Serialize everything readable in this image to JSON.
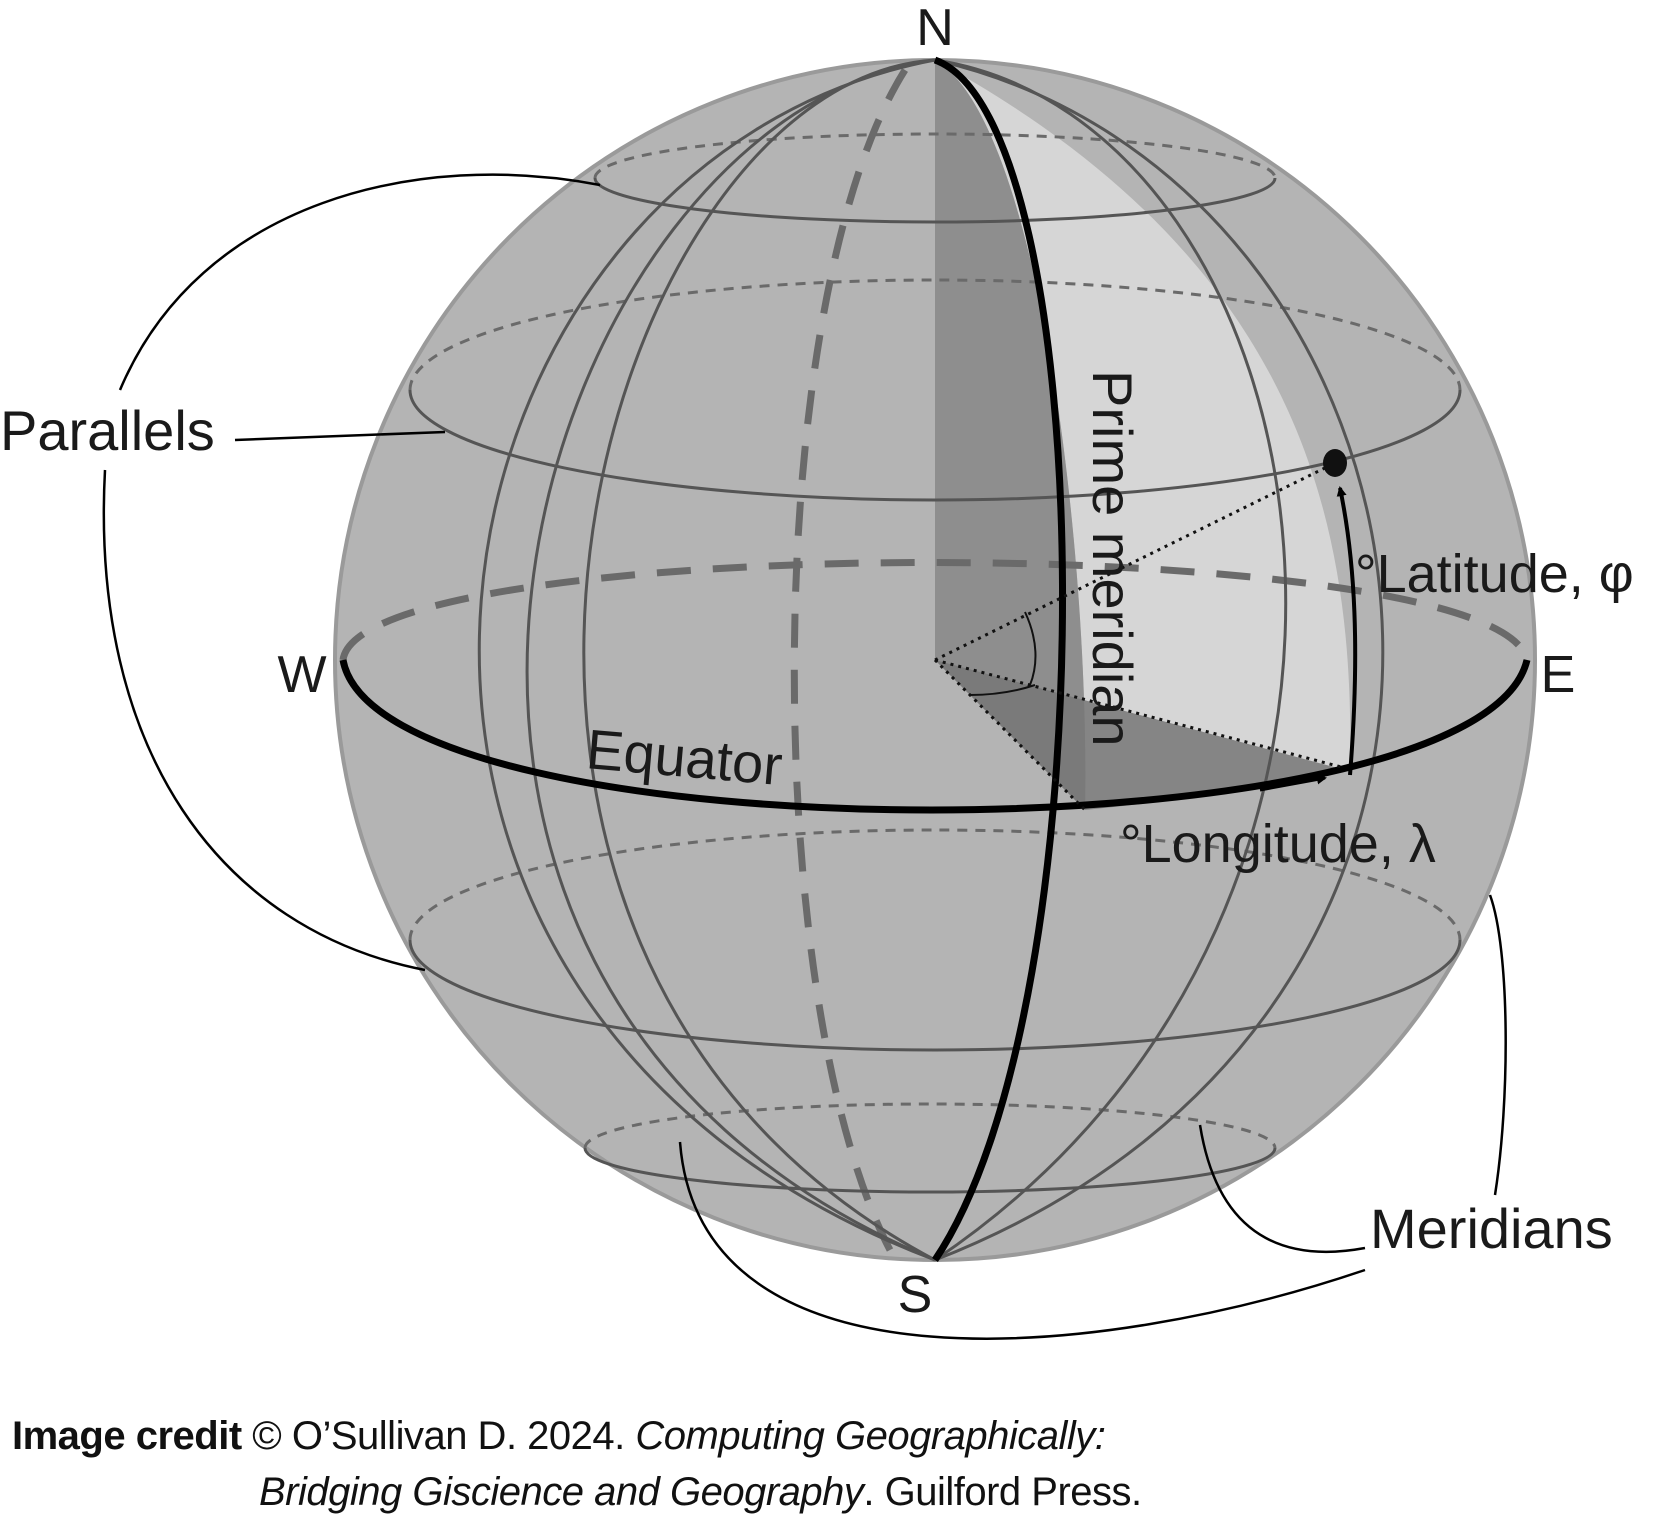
{
  "diagram": {
    "labels": {
      "north": "N",
      "south": "S",
      "west": "W",
      "east": "E",
      "parallels": "Parallels",
      "meridians": "Meridians",
      "prime_meridian": "Prime meridian",
      "equator": "Equator",
      "latitude": "°Latitude, φ",
      "longitude": "°Longitude, λ"
    }
  },
  "credit": {
    "label": "Image credit",
    "text_1": "© O’Sullivan D. 2024.",
    "title_1": "Computing Geographically:",
    "title_2": "Bridging Giscience and Geography",
    "text_2": ". Guilford Press."
  },
  "colors": {
    "sphere_fill": "#b4b4b4",
    "light_quadrant": "#d6d6d6",
    "dark_quadrant": "#8e8e8e",
    "grid_line": "#555555",
    "dashed_line": "#6a6a6a",
    "bold_line": "#000000"
  }
}
